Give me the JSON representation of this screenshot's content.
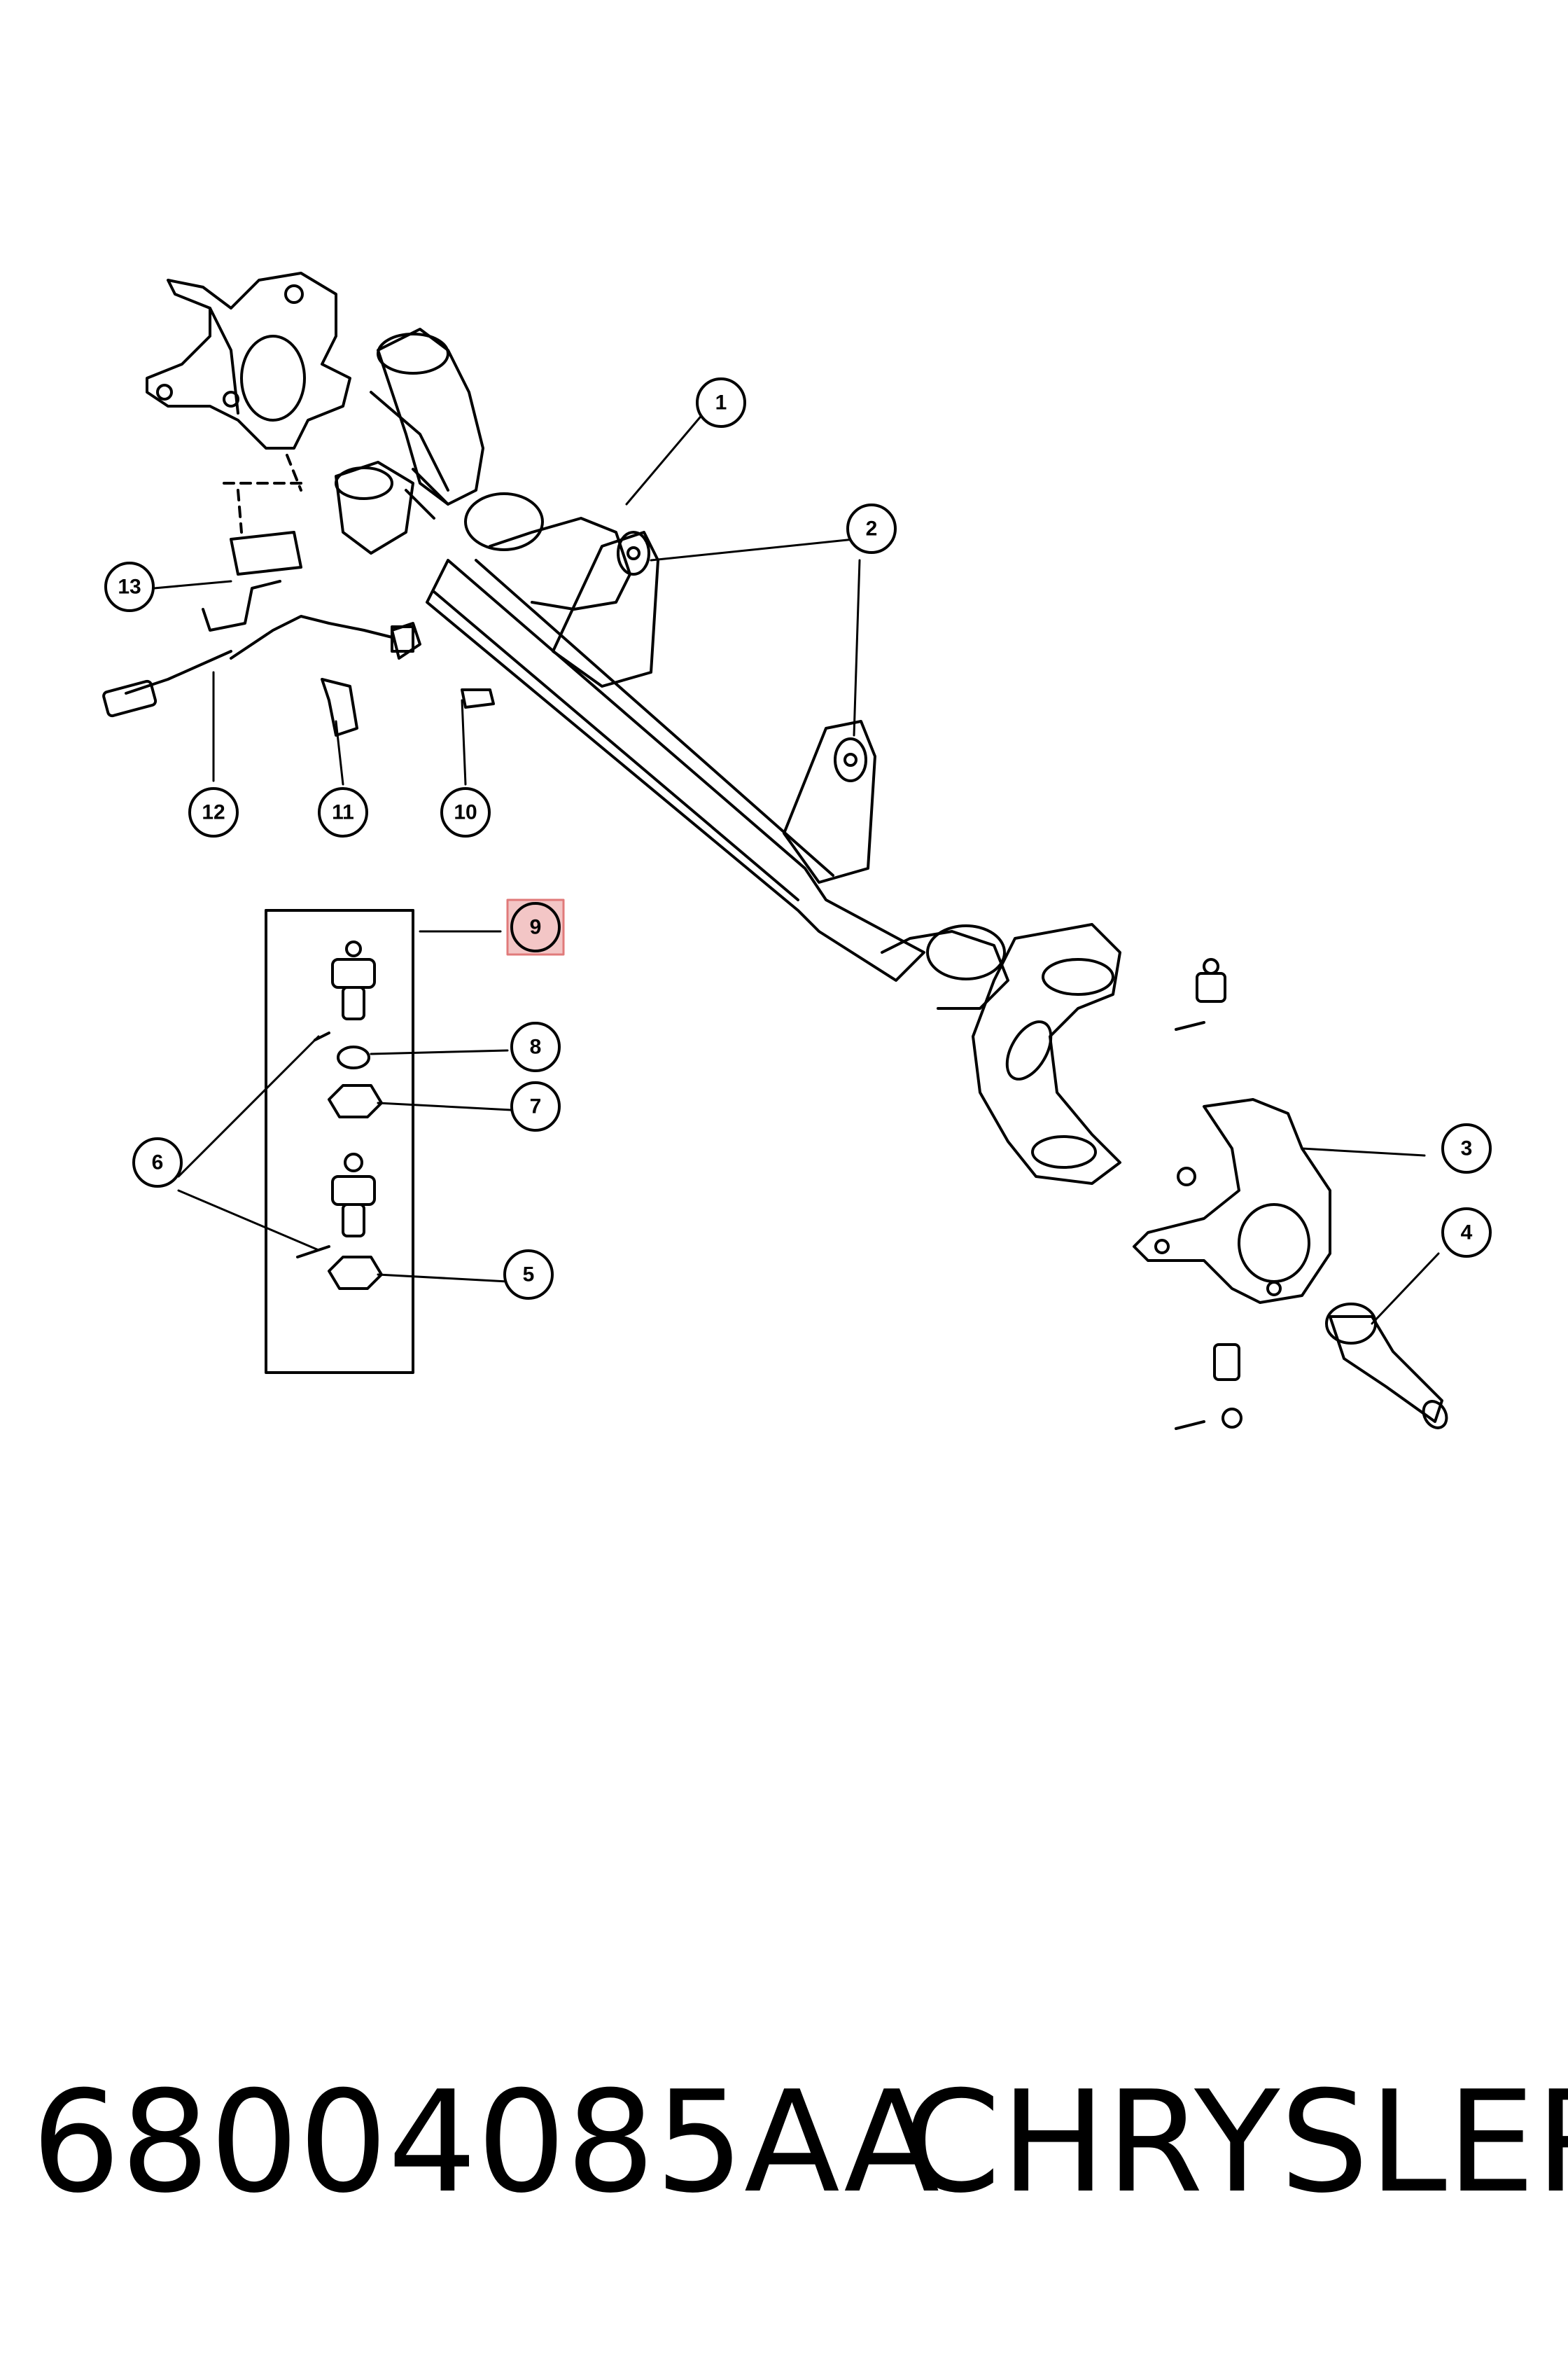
{
  "callouts": {
    "c1": "1",
    "c2": "2",
    "c3": "3",
    "c4": "4",
    "c5": "5",
    "c6": "6",
    "c7": "7",
    "c8": "8",
    "c9": "9",
    "c10": "10",
    "c11": "11",
    "c12": "12",
    "c13": "13"
  },
  "highlight": {
    "callout": "9",
    "color": "#e07a7a"
  },
  "footer": {
    "part_number": "68004085AA",
    "brand": "CHRYSLER"
  }
}
